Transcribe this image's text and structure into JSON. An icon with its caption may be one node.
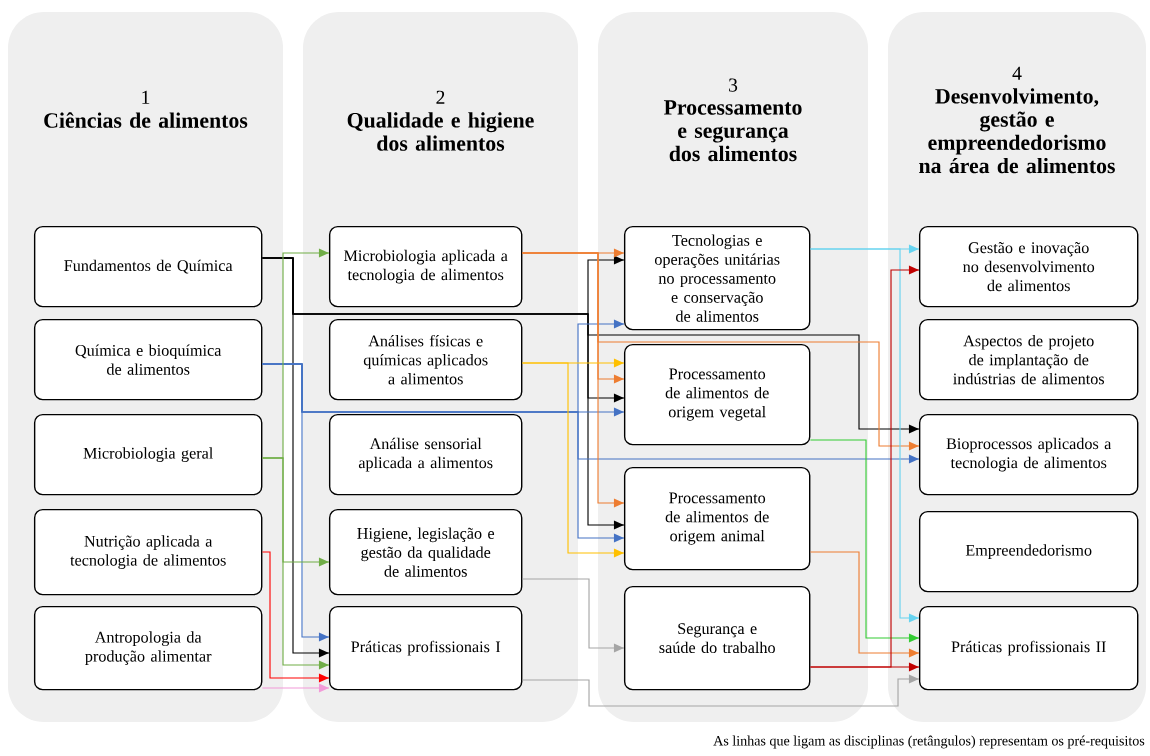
{
  "diagram": {
    "caption": "As linhas que ligam as disciplinas (retângulos) representam os pré-requisitos",
    "nodes": [
      {
        "text": [
          "1",
          "Ciências de alimentos"
        ]
      },
      {
        "text": [
          "2",
          "Qualidade e higiene dos alimentos"
        ]
      },
      {
        "text": [
          "3",
          "Processamento e segurança dos alimentos"
        ]
      },
      {
        "text": [
          "4",
          "Desenvolvimento, gestão e empreendedorismo na área de alimentos"
        ]
      },
      {
        "text": [
          "Fundamentos de Química"
        ],
        "in": 0
      },
      {
        "text": [
          "Química e bioquímica de alimentos"
        ],
        "in": 0
      },
      {
        "text": [
          "Microbiologia geral"
        ],
        "in": 0
      },
      {
        "text": [
          "Nutrição aplicada a tecnologia de alimentos"
        ],
        "in": 0
      },
      {
        "text": [
          "Antropologia da produção alimentar"
        ],
        "in": 0
      },
      {
        "text": [
          "Microbiologia aplicada a tecnologia de alimentos"
        ],
        "in": 1
      },
      {
        "text": [
          "Análises físicas e químicas aplicados a alimentos"
        ],
        "in": 1
      },
      {
        "text": [
          "Análise sensorial aplicada a alimentos"
        ],
        "in": 1
      },
      {
        "text": [
          "Higiene, legislação e gestão da qualidade de alimentos"
        ],
        "in": 1
      },
      {
        "text": [
          "Práticas profissionais I"
        ],
        "in": 1
      },
      {
        "text": [
          "Tecnologias e operações unitárias no processamento e conservação de alimentos"
        ],
        "in": 2
      },
      {
        "text": [
          "Processamento de alimentos de origem vegetal"
        ],
        "in": 2
      },
      {
        "text": [
          "Processamento de alimentos de origem animal"
        ],
        "in": 2
      },
      {
        "text": [
          "Segurança e saúde do trabalho"
        ],
        "in": 2
      },
      {
        "text": [
          "Gestão e inovação no desenvolvimento de alimentos"
        ],
        "in": 3
      },
      {
        "text": [
          "Aspectos de projeto de implantação de indústrias de alimentos"
        ],
        "in": 3
      },
      {
        "text": [
          "Bioprocessos aplicados a tecnologia de alimentos"
        ],
        "in": 3
      },
      {
        "text": [
          "Empreendedorismo"
        ],
        "in": 3
      },
      {
        "text": [
          "Práticas profissionais II"
        ],
        "in": 3
      }
    ],
    "edges": [
      {
        "from": 4,
        "to": 14,
        "arrow": "to"
      },
      {
        "from": 4,
        "to": 15,
        "arrow": "to"
      },
      {
        "from": 4,
        "to": 16,
        "arrow": "to"
      },
      {
        "from": 4,
        "to": 20,
        "arrow": "to"
      },
      {
        "from": 4,
        "to": 13,
        "arrow": "to"
      },
      {
        "from": 5,
        "to": 15,
        "arrow": "to",
        "color": "#4472c4"
      },
      {
        "from": 5,
        "to": 14,
        "arrow": "to",
        "color": "#4472c4"
      },
      {
        "from": 5,
        "to": 16,
        "arrow": "to",
        "color": "#4472c4"
      },
      {
        "from": 5,
        "to": 20,
        "arrow": "to",
        "color": "#4472c4"
      },
      {
        "from": 5,
        "to": 13,
        "arrow": "to",
        "color": "#4472c4"
      },
      {
        "from": 6,
        "to": 9,
        "arrow": "to",
        "color": "#70ad47"
      },
      {
        "from": 6,
        "to": 12,
        "arrow": "to",
        "color": "#70ad47"
      },
      {
        "from": 6,
        "to": 13,
        "arrow": "to",
        "color": "#70ad47"
      },
      {
        "from": 7,
        "to": 13,
        "arrow": "to",
        "color": "#ff0000"
      },
      {
        "from": 8,
        "to": 13,
        "arrow": "to",
        "color": "#f29ad8"
      },
      {
        "from": 9,
        "to": 14,
        "arrow": "to",
        "color": "#ed7d31"
      },
      {
        "from": 9,
        "to": 15,
        "arrow": "to",
        "color": "#ed7d31"
      },
      {
        "from": 9,
        "to": 16,
        "arrow": "to",
        "color": "#ed7d31"
      },
      {
        "from": 9,
        "to": 20,
        "arrow": "to",
        "color": "#ed7d31"
      },
      {
        "from": 10,
        "to": 15,
        "arrow": "to",
        "color": "#ffc000"
      },
      {
        "from": 10,
        "to": 16,
        "arrow": "to",
        "color": "#ffc000"
      },
      {
        "from": 12,
        "to": 17,
        "arrow": "to",
        "color": "#a5a5a5"
      },
      {
        "from": 13,
        "to": 22,
        "arrow": "to",
        "color": "#a5a5a5"
      },
      {
        "from": 14,
        "to": 18,
        "arrow": "to",
        "color": "#66d3f0"
      },
      {
        "from": 14,
        "to": 22,
        "arrow": "to",
        "color": "#66d3f0"
      },
      {
        "from": 15,
        "to": 22,
        "arrow": "to",
        "color": "#33cc33"
      },
      {
        "from": 16,
        "to": 22,
        "arrow": "to",
        "color": "#ed7d31"
      },
      {
        "from": 17,
        "to": 18,
        "arrow": "to",
        "color": "#c00000"
      },
      {
        "from": 17,
        "to": 22,
        "arrow": "to",
        "color": "#c00000"
      }
    ]
  }
}
